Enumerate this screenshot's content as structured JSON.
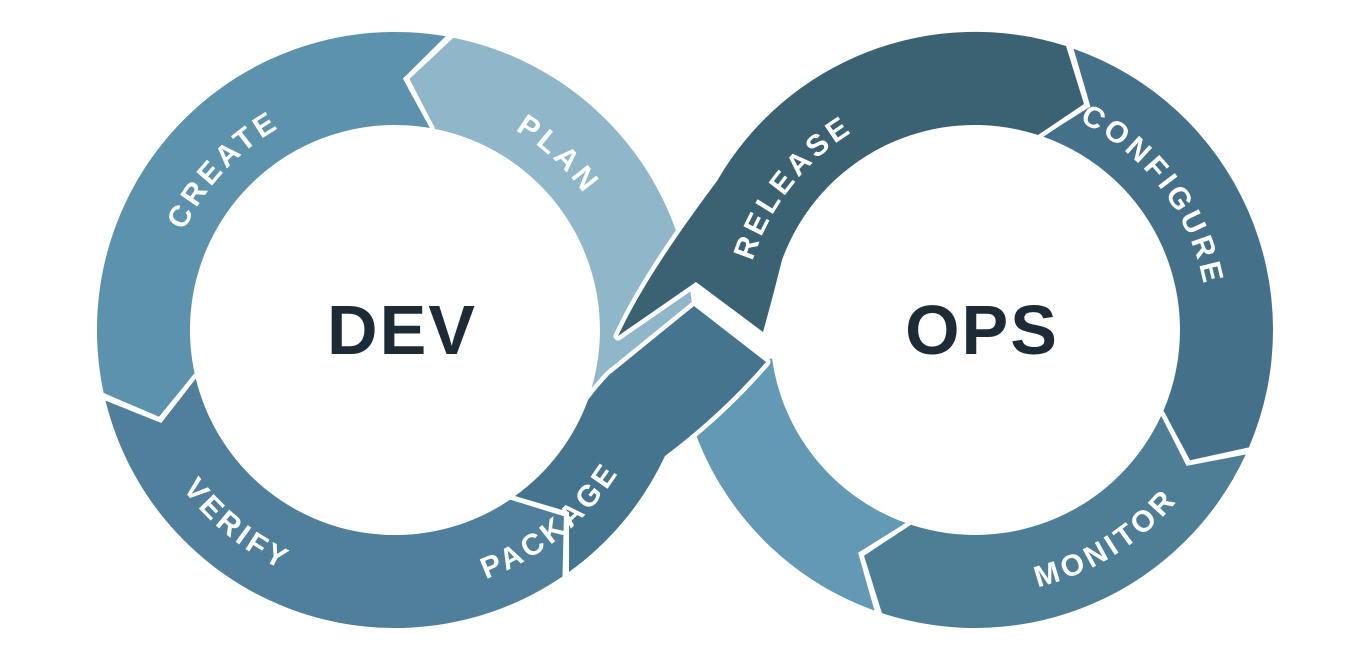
{
  "diagram": {
    "name": "DevOps infinity loop",
    "background_color": "#ffffff",
    "label_text_color": "#ffffff",
    "center_text_color": "#1d2b37",
    "dev": {
      "center_label": "DEV",
      "segments": [
        {
          "id": "plan",
          "label": "PLAN",
          "color": "#8fb6c9"
        },
        {
          "id": "create",
          "label": "CREATE",
          "color": "#5d92ad"
        },
        {
          "id": "verify",
          "label": "VERIFY",
          "color": "#4f7f9b"
        },
        {
          "id": "package",
          "label": "PACKAGE",
          "color": "#45748f"
        }
      ]
    },
    "ops": {
      "center_label": "OPS",
      "segments": [
        {
          "id": "release",
          "label": "RELEASE",
          "color": "#3b6272"
        },
        {
          "id": "configure",
          "label": "CONFIGURE",
          "color": "#45708a"
        },
        {
          "id": "monitor",
          "label": "MONITOR",
          "color": "#4d7e96"
        },
        {
          "id": "flow",
          "label": "",
          "color": "#6399b3"
        }
      ]
    }
  }
}
